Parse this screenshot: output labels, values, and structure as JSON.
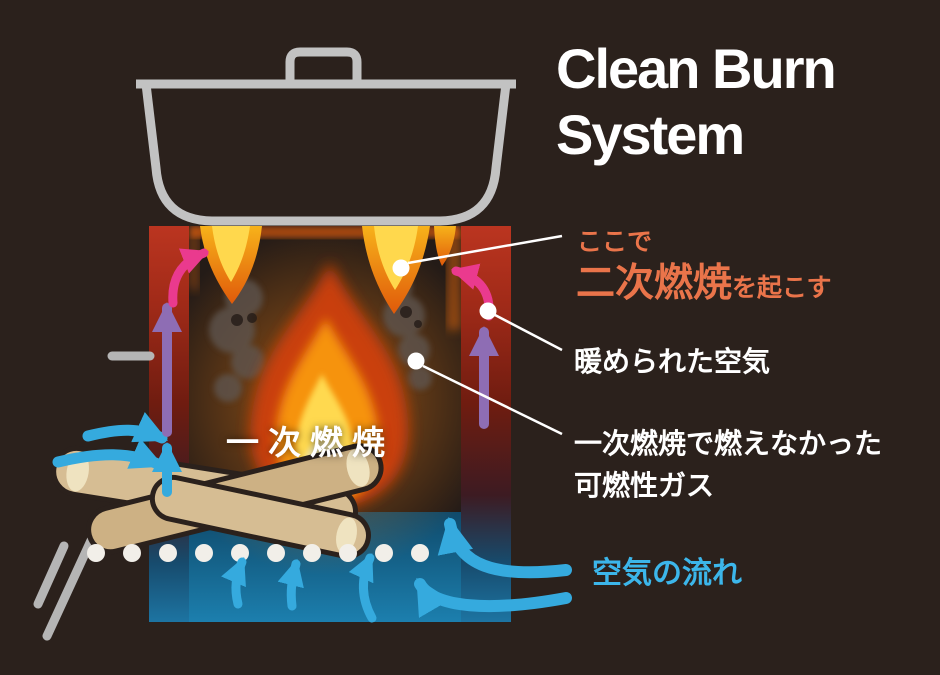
{
  "title": {
    "line1": "Clean Burn",
    "line2": "System"
  },
  "callouts": {
    "secondary_intro": "ここで",
    "secondary_main": "二次燃焼",
    "secondary_suffix": "を起こす",
    "warmed_air": "暖められた空気",
    "unburned_gas_line1": "一次燃焼で燃えなかった",
    "unburned_gas_line2": "可燃性ガス",
    "air_flow": "空気の流れ"
  },
  "stove": {
    "primary_combustion": "一次燃焼"
  },
  "colors": {
    "background": "#2b211c",
    "title_text": "#ffffff",
    "secondary_label_text": "#ea744a",
    "white_label_text": "#ffffff",
    "air_flow_label_text": "#3cb6ea",
    "blue_arrow": "#35aade",
    "pink_arrow": "#ea3a8e",
    "purple_arrow": "#8e6db4",
    "pot_outline": "#c2c2c2",
    "stove_wall_top_red": "#bb3520",
    "stove_wall_bottom_blue": "#1d74a2",
    "flame_core_yellow": "#ffd94f",
    "flame_orange": "#f6930f",
    "flame_red": "#cf3f08",
    "log_wood": "#d6bd93",
    "callout_dot": "#ffffff"
  }
}
